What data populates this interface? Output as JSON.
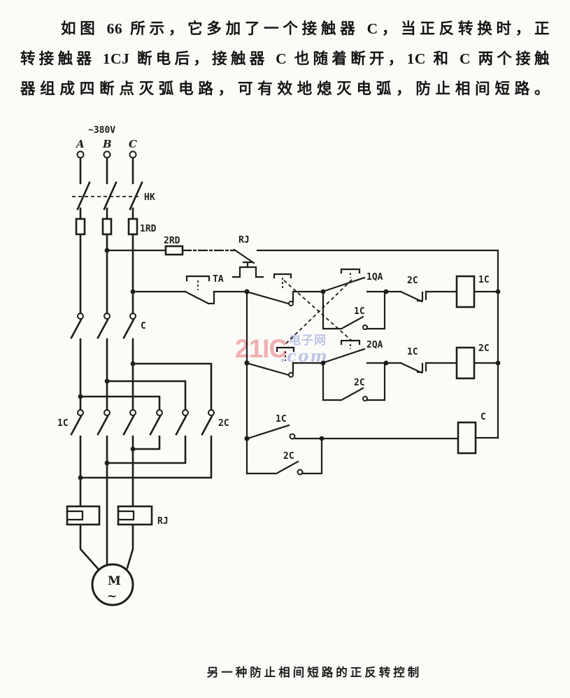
{
  "page": {
    "background": "#fbfbf8",
    "ink": "#1d1d1b"
  },
  "paragraph": {
    "line1": "如图 66 所示，它多加了一个接触器 C，当正反转换时，正",
    "line2": "转接触器 1CJ 断电后，接触器 C 也随着断开，1C 和 C 两个接触",
    "line3": "器组成四断点灭弧电路，可有效地熄灭电弧，防止相间短路。"
  },
  "caption": "另一种防止相间短路的正反转控制",
  "watermark": {
    "brand": "21IC",
    "site": "电子网",
    "domain": ".com",
    "brand_color": "#f0a2a8",
    "site_color": "#b5bce3"
  },
  "circuit": {
    "labels": {
      "supply": "~380V",
      "phase_a": "A",
      "phase_b": "B",
      "phase_c": "C",
      "knife_switch": "HK",
      "fuse_main": "1RD",
      "fuse_control": "2RD",
      "thermal_contact": "RJ",
      "stop_button": "TA",
      "start_fwd": "1QA",
      "start_rev": "2QA",
      "selfhold_fwd": "1C",
      "selfhold_rev": "2C",
      "interlock_rung1": "2C",
      "interlock_rung2": "1C",
      "coil_fwd": "1C",
      "coil_rev": "2C",
      "aux_fwd_rung3": "1C",
      "aux_rev_rung3": "2C",
      "coil_arc": "C",
      "power_arc": "C",
      "power_fwd": "1C",
      "power_rev": "2C",
      "thermal_heater": "RJ",
      "motor": "M",
      "motor_wave": "~"
    }
  }
}
